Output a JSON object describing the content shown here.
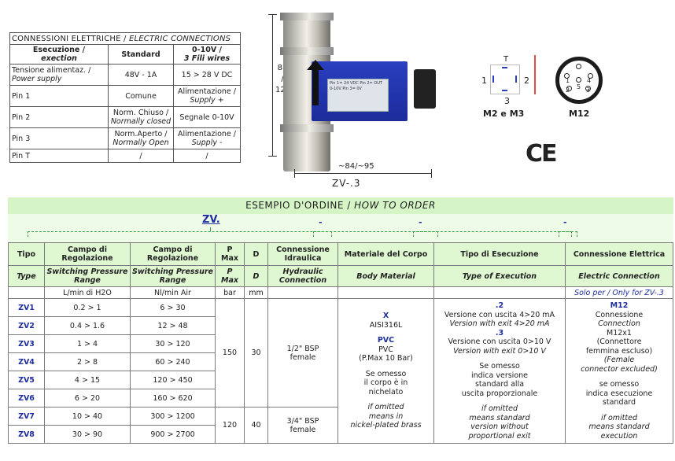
{
  "connections": {
    "caption_main": "CONNESSIONI ELETTRICHE",
    "caption_sep": " / ",
    "caption_en": "ELECTRIC CONNECTIONS",
    "headers": {
      "exec_it": "Esecuzione /",
      "exec_en": "exection",
      "standard": "Standard",
      "v_title": "0-10V /",
      "v_sub": "3 Fili wires"
    },
    "rows": [
      {
        "label_it": "Tensione alimentaz. /",
        "label_en": "Power supply",
        "standard": "48V - 1A",
        "v_it": "15 > 28 V DC",
        "v_en": ""
      },
      {
        "label_it": "Pin 1",
        "label_en": "",
        "standard": "Comune",
        "v_it": "Alimentazione /",
        "v_en": "Supply +"
      },
      {
        "label_it": "Pin 2",
        "label_en": "",
        "standard": "Norm. Chiuso /",
        "standard_en": "Normally closed",
        "v_it": "Segnale 0-10V",
        "v_en": ""
      },
      {
        "label_it": "Pin 3",
        "label_en": "",
        "standard": "Norm.Aperto /",
        "standard_en": "Normally Open",
        "v_it": "Alimentazione /",
        "v_en": "Supply -"
      },
      {
        "label_it": "Pin T",
        "label_en": "",
        "standard": "/",
        "v_it": "/",
        "v_en": ""
      }
    ]
  },
  "photo": {
    "dim_height_1": "88",
    "dim_height_2": "120",
    "dim_width": "~84/~95",
    "model": "ZV-.3",
    "plate_text": "Pin 1= 24 VDC  Pin 2= OUT 0-10V  Pin 3= 0V"
  },
  "symbols": {
    "m2_top": "T",
    "m2_left": "1",
    "m2_right": "2",
    "m2_bottom": "3",
    "m2_label": "M2 e M3",
    "m12_label": "M12",
    "m12_pins": [
      "1",
      "2",
      "3",
      "4",
      "5"
    ],
    "ce_mark": "CE"
  },
  "order": {
    "title_it": "ESEMPIO D'ORDINE",
    "title_sep": " / ",
    "title_en": "HOW TO ORDER",
    "code_prefix": "ZV.",
    "code_dash": "-",
    "headers_it": [
      "Tipo",
      "Campo di Regolazione",
      "Campo di Regolazione",
      "P Max",
      "D",
      "Connessione Idraulica",
      "Materiale del Corpo",
      "Tipo di Esecuzione",
      "Connessione Elettrica"
    ],
    "headers_en": [
      "Type",
      "Switching Pressure Range",
      "Switching Pressure Range",
      "P Max",
      "D",
      "Hydraulic Connection",
      "Body Material",
      "Type of Execution",
      "Electric Connection"
    ],
    "units": [
      "L/min di H2O",
      "Nl/min Air",
      "bar",
      "mm"
    ],
    "units_note": "Solo per / Only for ZV-.3",
    "rows": [
      {
        "type": "ZV1",
        "water": "0.2 > 1",
        "air": "6 > 30"
      },
      {
        "type": "ZV2",
        "water": "0.4 > 1.6",
        "air": "12 > 48"
      },
      {
        "type": "ZV3",
        "water": "1 > 4",
        "air": "30 > 120"
      },
      {
        "type": "ZV4",
        "water": "2 > 8",
        "air": "60 > 240"
      },
      {
        "type": "ZV5",
        "water": "4 > 15",
        "air": "120 > 450"
      },
      {
        "type": "ZV6",
        "water": "6 > 20",
        "air": "160 > 620"
      },
      {
        "type": "ZV7",
        "water": "10 > 40",
        "air": "300 > 1200"
      },
      {
        "type": "ZV8",
        "water": "30 > 90",
        "air": "900 > 2700"
      }
    ],
    "group1": {
      "pmax": "150",
      "d": "30",
      "conn": "1/2\" BSP",
      "conn2": "female"
    },
    "group2": {
      "pmax": "120",
      "d": "40",
      "conn": "3/4\" BSP",
      "conn2": "female"
    },
    "material": {
      "x_code": "X",
      "x_text": "AISI316L",
      "pvc_code": "PVC",
      "pvc_text": "PVC",
      "pvc_note": "(P.Max 10 Bar)",
      "omit_it_1": "Se omesso",
      "omit_it_2": "il corpo è in",
      "omit_it_3": "nichelato",
      "omit_en_1": "if omitted",
      "omit_en_2": "means in",
      "omit_en_3": "nickel-plated brass"
    },
    "execution": {
      "c2_code": ".2",
      "c2_it": "Versione con uscita 4>20 mA",
      "c2_en": "Version with exit 4>20 mA",
      "c3_code": ".3",
      "c3_it": "Versione con uscita 0>10 V",
      "c3_en": "Version with exit 0>10 V",
      "omit_it_1": "Se omesso",
      "omit_it_2": "indica versione",
      "omit_it_3": "standard alla",
      "omit_it_4": "uscita proporzionale",
      "omit_en_1": "if omitted",
      "omit_en_2": "means standard",
      "omit_en_3": "version without",
      "omit_en_4": "proportional exit"
    },
    "electric": {
      "code": "M12",
      "it_1": "Connessione",
      "en_1": "Connection",
      "it_2": "M12x1",
      "it_3": "(Connettore",
      "it_4": "femmina escluso)",
      "en_2": "(Female",
      "en_3": "connector excluded)",
      "omit_it_1": "se omesso",
      "omit_it_2": "indica esecuzione",
      "omit_it_3": "standard",
      "omit_en_1": "if omitted",
      "omit_en_2": "means standard",
      "omit_en_3": "execution"
    }
  }
}
